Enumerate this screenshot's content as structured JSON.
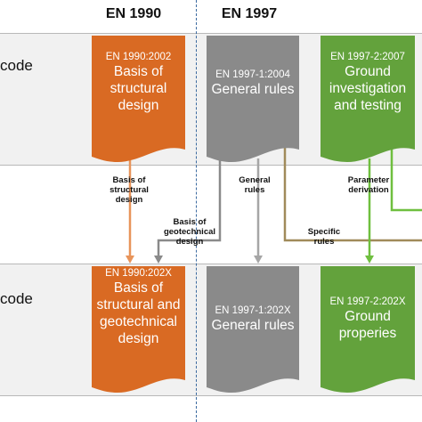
{
  "columns": {
    "en1990": "EN 1990",
    "en1997": "EN 1997"
  },
  "rows": {
    "current_label": "code",
    "future_label": "code"
  },
  "documents": [
    {
      "id": "en1990-2002",
      "code": "EN 1990:2002",
      "title": "Basis of structural design",
      "color": "#d96a23"
    },
    {
      "id": "en1997-1-2004",
      "code": "EN 1997-1:2004",
      "title": "General rules",
      "color": "#8a8a8a"
    },
    {
      "id": "en1997-2-2007",
      "code": "EN 1997-2:2007",
      "title": "Ground investigation and testing",
      "color": "#63a23c"
    },
    {
      "id": "en1990-202x",
      "code": "EN 1990:202X",
      "title": "Basis of structural and geotechnical design",
      "color": "#d96a23"
    },
    {
      "id": "en1997-1-202x",
      "code": "EN 1997-1:202X",
      "title": "General rules",
      "color": "#8a8a8a"
    },
    {
      "id": "en1997-2-202x",
      "code": "EN 1997-2:202X",
      "title": "Ground properies",
      "color": "#63a23c"
    }
  ],
  "edge_labels": {
    "basis_structural": "Basis of structural design",
    "basis_geotechnical": "Basis of geotechnical design",
    "general_rules": "General rules",
    "specific_rules": "Specific rules",
    "parameter_derivation": "Parameter derivation"
  },
  "colors": {
    "orange": "#e8945a",
    "gray": "#a6a6a6",
    "olive": "#a08a5a",
    "green": "#6fbf3f",
    "divider": "#3b6aa0"
  }
}
